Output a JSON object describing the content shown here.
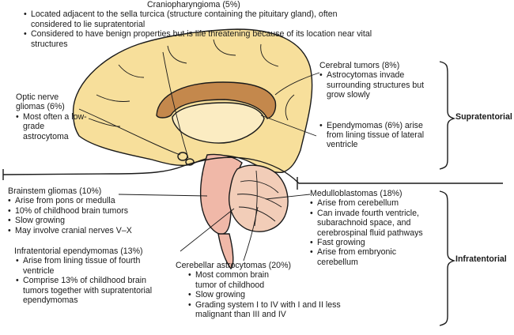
{
  "diagram": {
    "colors": {
      "cerebrum": "#f7df9b",
      "cerebrum_outline": "#1a1a1a",
      "corpus_callosum": "#c4884c",
      "ventricle": "#fbecc2",
      "brainstem": "#f0b8a8",
      "cerebellum": "#f2cdb8",
      "lines": "#1a1a1a"
    },
    "craniopharyngioma": {
      "title": "Craniopharyngioma (5%)",
      "bullets": [
        "Located adjacent to the sella turcica (structure containing the pituitary gland), often considered to lie supratentorial",
        "Considered to have benign properties but is life threatening because of its location near vital structures"
      ]
    },
    "cerebral_tumors": {
      "title": "Cerebral tumors (8%)",
      "bullets": [
        "Astrocytomas invade surrounding structures but grow slowly",
        "Ependymomas (6%) arise from lining tissue of lateral ventricle"
      ]
    },
    "optic_nerve": {
      "title": "Optic nerve gliomas (6%)",
      "bullets": [
        "Most often a low-grade astrocytoma"
      ]
    },
    "brainstem": {
      "title": "Brainstem gliomas (10%)",
      "bullets": [
        "Arise from pons or medulla",
        "10% of childhood brain tumors",
        "Slow growing",
        "May involve cranial nerves V–X"
      ]
    },
    "infratentorial_ependymomas": {
      "title": "Infratentorial ependymomas (13%)",
      "bullets": [
        "Arise from lining tissue of fourth ventricle",
        "Comprise 13% of childhood brain tumors together with supratentorial ependymomas"
      ]
    },
    "cerebellar_astrocytomas": {
      "title": "Cerebellar astrocytomas (20%)",
      "bullets": [
        "Most common brain tumor of childhood",
        "Slow growing",
        "Grading system I to IV with I and II less malignant than III and IV"
      ]
    },
    "medulloblastomas": {
      "title": "Medulloblastomas (18%)",
      "bullets": [
        "Arise from cerebellum",
        "Can invade fourth ventricle, subarachnoid space, and cerebrospinal fluid pathways",
        "Fast growing",
        "Arise from embryonic cerebellum"
      ]
    },
    "supratentorial_label": "Supratentorial",
    "infratentorial_label": "Infratentorial"
  }
}
